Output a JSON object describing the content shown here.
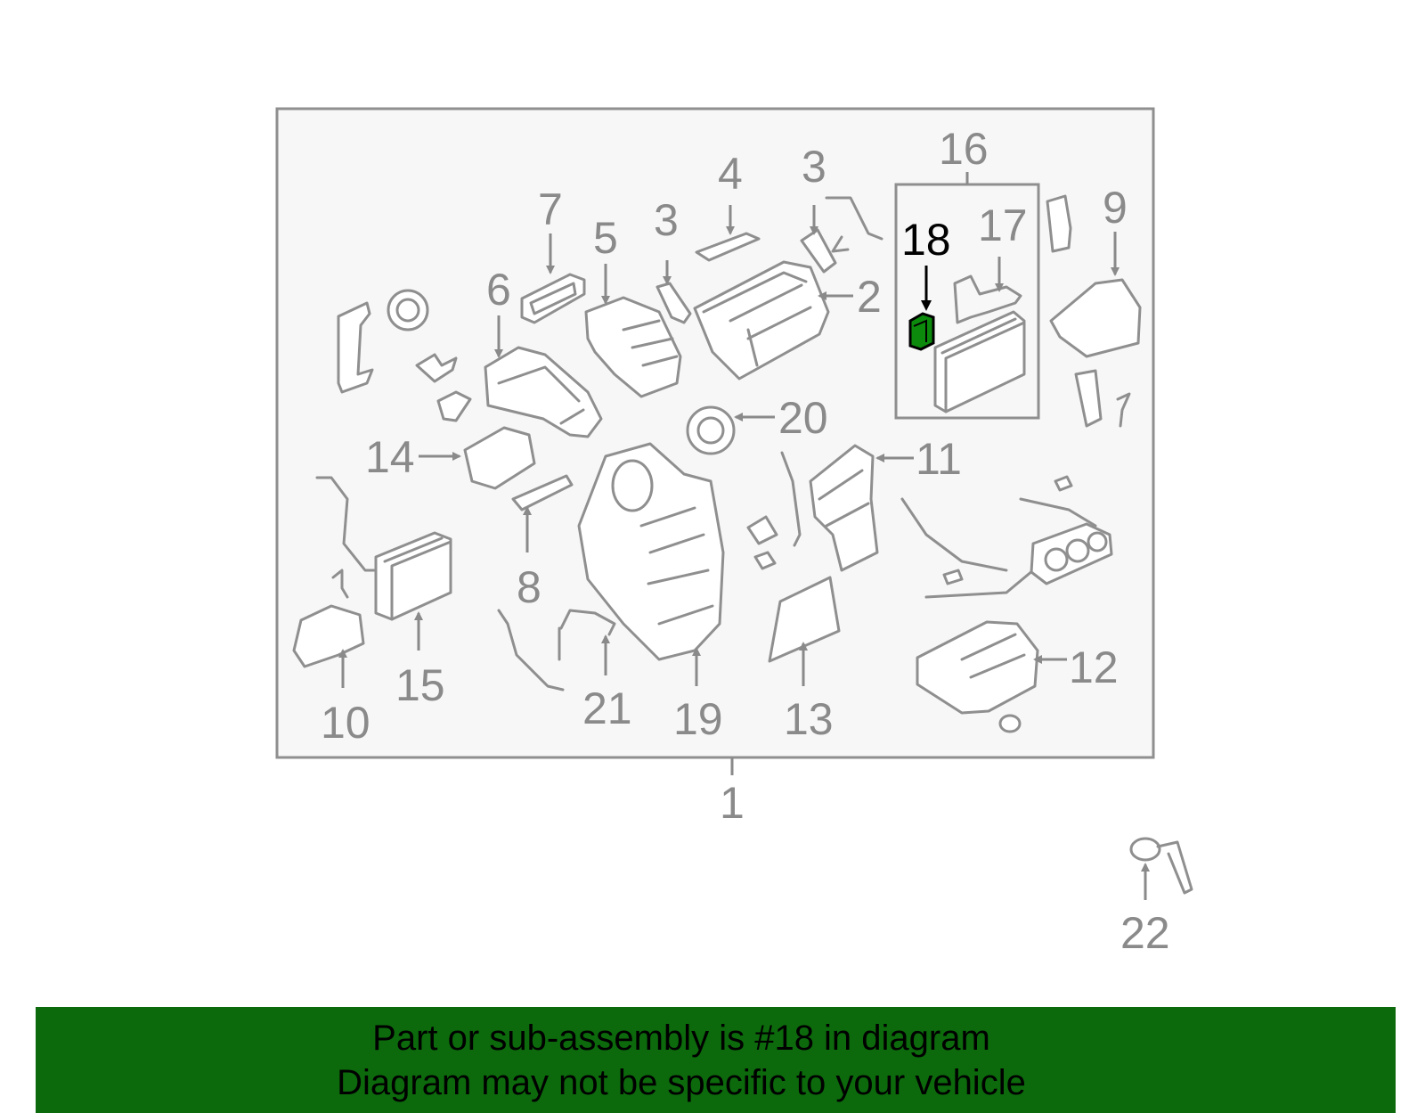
{
  "diagram": {
    "highlighted_part": "18",
    "highlight_color": "#0c8a0c",
    "banner_color": "#0c6a0c",
    "callouts": {
      "c1": "1",
      "c2": "2",
      "c3a": "3",
      "c3b": "3",
      "c4": "4",
      "c5": "5",
      "c6": "6",
      "c7": "7",
      "c8": "8",
      "c9": "9",
      "c10": "10",
      "c11": "11",
      "c12": "12",
      "c13": "13",
      "c14": "14",
      "c15": "15",
      "c16": "16",
      "c17": "17",
      "c18": "18",
      "c19": "19",
      "c20": "20",
      "c21": "21",
      "c22": "22"
    }
  },
  "banner": {
    "line1": "Part or sub-assembly is #18 in diagram",
    "line2": "Diagram may not be specific to your vehicle"
  }
}
